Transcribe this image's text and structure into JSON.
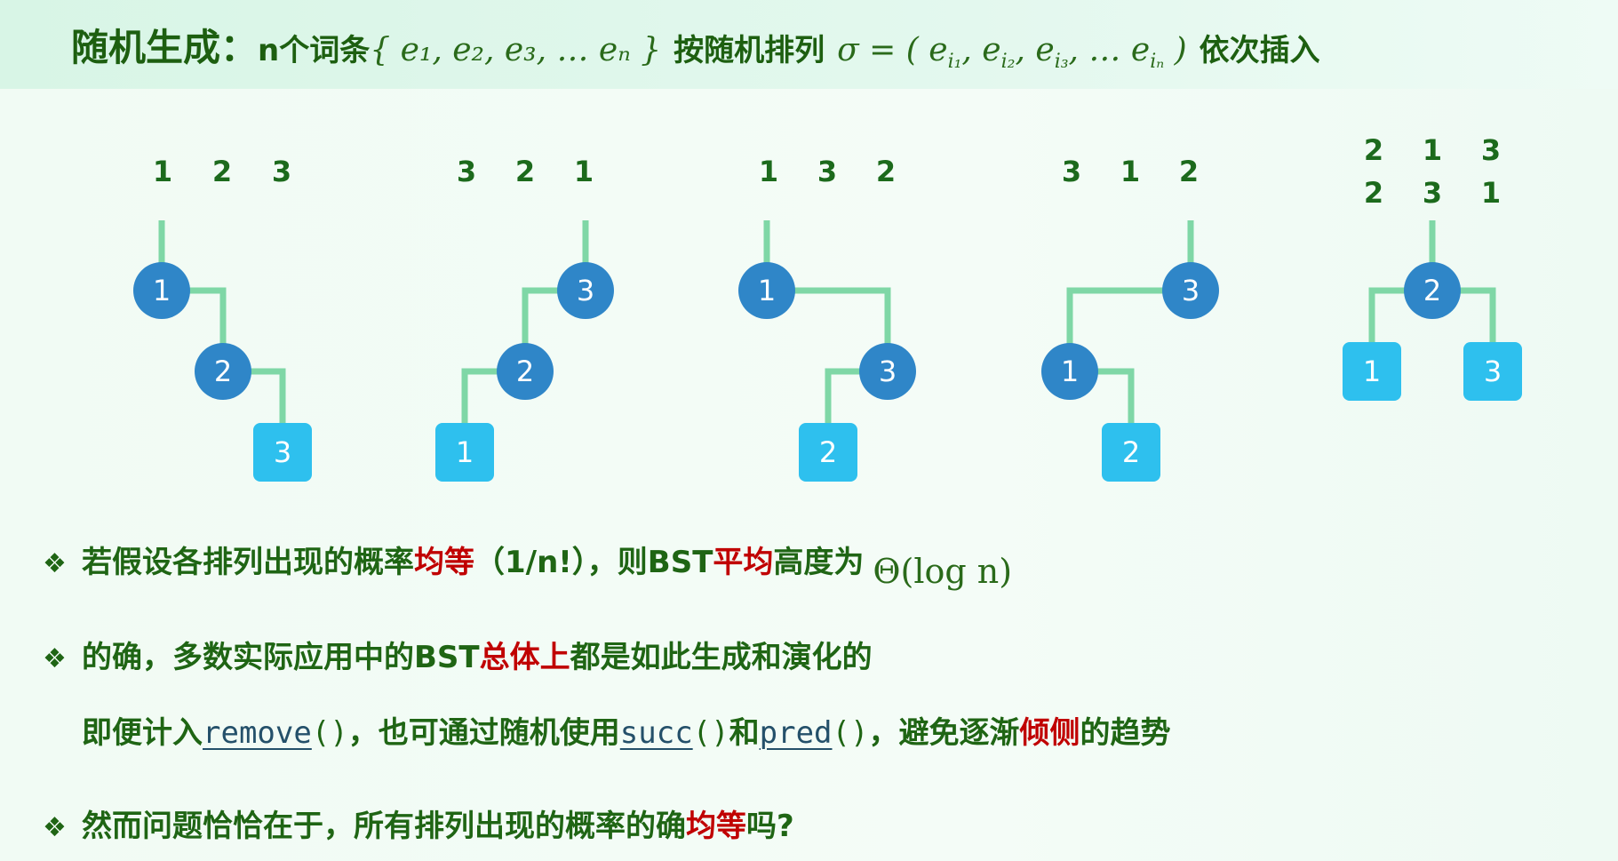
{
  "header": {
    "title_a": "随机生成：",
    "title_b": "n个词条",
    "set_expr": "{ e₁, e₂, e₃, … eₙ }",
    "title_c": "按随机排列",
    "perm_expr": "σ = ( e",
    "perm_1": "i₁",
    "perm_2": "i₂",
    "perm_3": "i₃",
    "perm_n": "iₙ",
    "title_d": "依次插入"
  },
  "trees": [
    {
      "order": [
        "1",
        "2",
        "3"
      ]
    },
    {
      "order": [
        "3",
        "2",
        "1"
      ]
    },
    {
      "order": [
        "1",
        "3",
        "2"
      ]
    },
    {
      "order": [
        "3",
        "1",
        "2"
      ]
    },
    {
      "order": [
        "2",
        "1",
        "3"
      ],
      "order2": [
        "2",
        "3",
        "1"
      ]
    }
  ],
  "bullets": {
    "b1": {
      "a": "若假设各排列出现的概率",
      "r1": "均等",
      "b": "（1/n!），则BST",
      "r2": "平均",
      "c": "高度为",
      "math": "Θ(log n)"
    },
    "b2": {
      "a": "的确，多数实际应用中的BST",
      "r1": "总体上",
      "b": "都是如此生成和演化的"
    },
    "b3": {
      "a": "即便计入",
      "code1": "remove",
      "p1": "()",
      "b": "，也可通过随机使用",
      "code2": "succ",
      "p2": "()",
      "c": "和",
      "code3": "pred",
      "p3": "()",
      "d": "，避免逐渐",
      "r1": "倾侧",
      "e": "的趋势"
    },
    "b4": {
      "a": "然而问题恰恰在于，所有排列出现的概率的确",
      "r1": "均等",
      "b": "吗?"
    },
    "marker": "❖"
  },
  "colors": {
    "green": "#1f6514",
    "red": "#c00000",
    "circle": "#2f86c8",
    "square": "#2ec0ee",
    "edge": "#7fd7a6"
  }
}
